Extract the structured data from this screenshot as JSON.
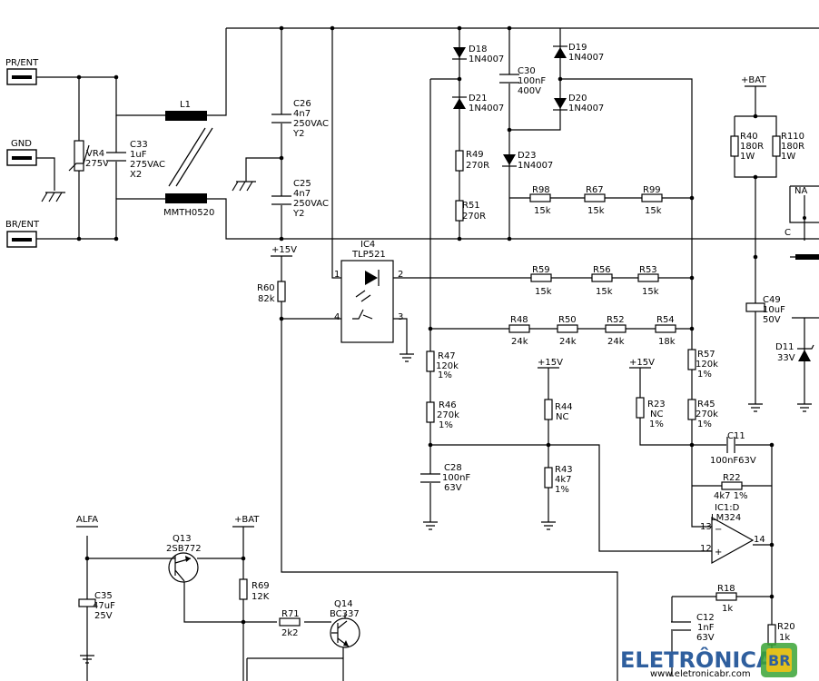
{
  "connectors": {
    "pr_ent": "PR/ENT",
    "gnd": "GND",
    "br_ent": "BR/ENT"
  },
  "input_filter": {
    "vr4": {
      "ref": "VR4",
      "value": "275V"
    },
    "c33": {
      "ref": "C33",
      "value": "1uF",
      "voltage": "275VAC",
      "class": "X2"
    },
    "l1": {
      "ref": "L1",
      "part": "MMTH0520"
    },
    "c26": {
      "ref": "C26",
      "value": "4n7",
      "voltage": "250VAC",
      "class": "Y2"
    },
    "c25": {
      "ref": "C25",
      "value": "4n7",
      "voltage": "250VAC",
      "class": "Y2"
    }
  },
  "bridge": {
    "d18": {
      "ref": "D18",
      "part": "1N4007"
    },
    "d19": {
      "ref": "D19",
      "part": "1N4007"
    },
    "d20": {
      "ref": "D20",
      "part": "1N4007"
    },
    "d21": {
      "ref": "D21",
      "part": "1N4007"
    },
    "d23": {
      "ref": "D23",
      "part": "1N4007"
    },
    "c30": {
      "ref": "C30",
      "value": "100nF",
      "voltage": "400V"
    },
    "r49": {
      "ref": "R49",
      "value": "270R"
    },
    "r51": {
      "ref": "R51",
      "value": "270R"
    },
    "r98": {
      "ref": "R98",
      "value": "15k"
    },
    "r67": {
      "ref": "R67",
      "value": "15k"
    },
    "r99": {
      "ref": "R99",
      "value": "15k"
    }
  },
  "battery": {
    "bat_label": "+BAT",
    "r40": {
      "ref": "R40",
      "value": "180R",
      "power": "1W"
    },
    "r110": {
      "ref": "R110",
      "value": "180R",
      "power": "1W"
    },
    "c49": {
      "ref": "C49",
      "value": "10uF",
      "voltage": "50V"
    },
    "d11": {
      "ref": "D11",
      "value": "33V"
    },
    "relay_na": "NA",
    "relay_c": "C"
  },
  "optocoupler": {
    "ref": "IC4",
    "part": "TLP521",
    "pin1": "1",
    "pin2": "2",
    "pin3": "3",
    "pin4": "4",
    "supply": "+15V",
    "r60": {
      "ref": "R60",
      "value": "82k"
    }
  },
  "divider": {
    "r59": {
      "ref": "R59",
      "value": "15k"
    },
    "r56": {
      "ref": "R56",
      "value": "15k"
    },
    "r53": {
      "ref": "R53",
      "value": "15k"
    },
    "r48": {
      "ref": "R48",
      "value": "24k"
    },
    "r50": {
      "ref": "R50",
      "value": "24k"
    },
    "r52": {
      "ref": "R52",
      "value": "24k"
    },
    "r54": {
      "ref": "R54",
      "value": "18k"
    },
    "r47": {
      "ref": "R47",
      "value": "120k",
      "tol": "1%"
    },
    "r46": {
      "ref": "R46",
      "value": "270k",
      "tol": "1%"
    },
    "c28": {
      "ref": "C28",
      "value": "100nF",
      "voltage": "63V"
    },
    "supply_a": "+15V",
    "supply_b": "+15V",
    "r44": {
      "ref": "R44",
      "value": "NC"
    },
    "r43": {
      "ref": "R43",
      "value": "4k7",
      "tol": "1%"
    },
    "r23": {
      "ref": "R23",
      "value": "NC",
      "tol": "1%"
    },
    "r57": {
      "ref": "R57",
      "value": "120k",
      "tol": "1%"
    },
    "r45": {
      "ref": "R45",
      "value": "270k",
      "tol": "1%"
    }
  },
  "opamp": {
    "c11": {
      "ref": "C11",
      "value": "100nF63V"
    },
    "r22": {
      "ref": "R22",
      "value": "4k7 1%"
    },
    "ref": "IC1:D",
    "part": "LM324",
    "pin13": "13",
    "pin12": "12",
    "pin14": "14",
    "minus": "−",
    "plus": "+",
    "r18": {
      "ref": "R18",
      "value": "1k"
    },
    "c12": {
      "ref": "C12",
      "value": "1nF",
      "voltage": "63V"
    },
    "r20": {
      "ref": "R20",
      "value": "1k"
    }
  },
  "driver": {
    "alfa": "ALFA",
    "bat_label": "+BAT",
    "c35": {
      "ref": "C35",
      "value": "47uF",
      "voltage": "25V"
    },
    "q13": {
      "ref": "Q13",
      "part": "2SB772"
    },
    "r69": {
      "ref": "R69",
      "value": "12K"
    },
    "r71": {
      "ref": "R71",
      "value": "2k2"
    },
    "q14": {
      "ref": "Q14",
      "part": "BC337"
    }
  },
  "watermark": {
    "text": "ELETRÔNICA",
    "badge": "BR",
    "url": "www.eletronicabr.com"
  },
  "colors": {
    "wire": "#000000",
    "background": "#ffffff",
    "watermark_blue": "#2f5f9e",
    "watermark_green": "#3aa335"
  }
}
